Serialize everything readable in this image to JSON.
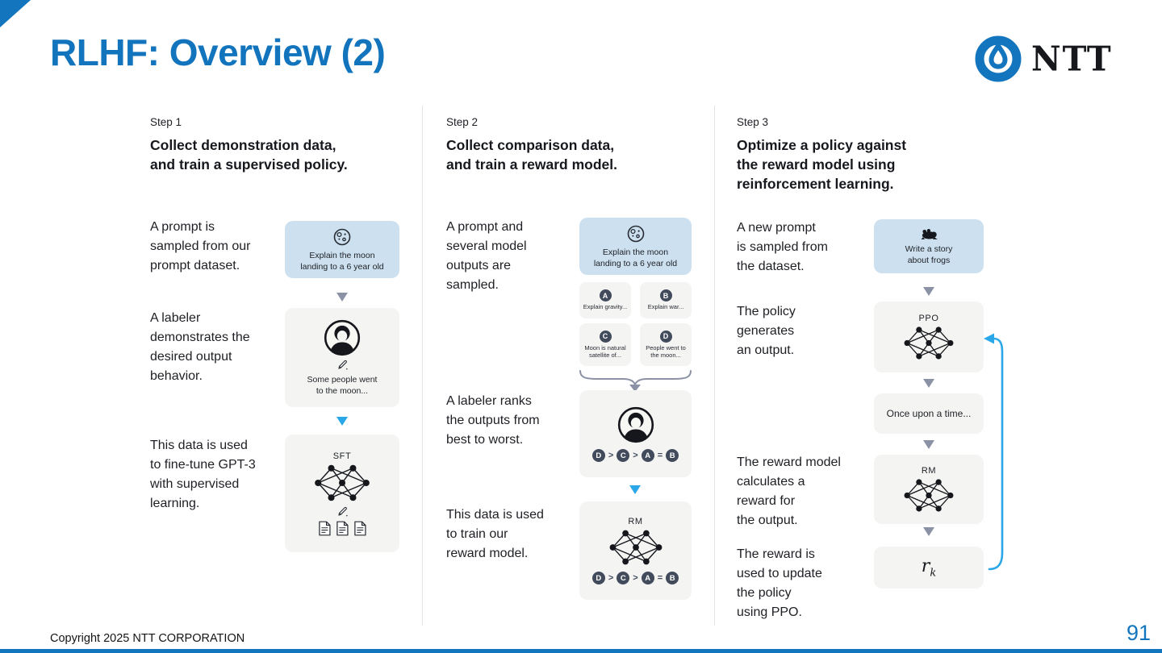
{
  "slide": {
    "title": "RLHF: Overview (2)",
    "page_number": "91",
    "copyright": "Copyright 2025 NTT CORPORATION",
    "logo_text": "NTT"
  },
  "colors": {
    "accent_blue": "#1375BD",
    "prompt_box_blue": "#cde0ef",
    "card_gray": "#f4f4f2",
    "badge_dark": "#414b5c",
    "arrow_gray": "#8b92a5",
    "arrow_blue": "#2aa7e8"
  },
  "steps": [
    {
      "label": "Step 1",
      "heading": "Collect demonstration data,\nand train a supervised policy.",
      "row1_text": "A prompt is\nsampled from our\nprompt dataset.",
      "prompt_caption": "Explain the moon\nlanding to a 6 year old",
      "row2_text": "A labeler\ndemonstrates the\ndesired output\nbehavior.",
      "labeler_caption": "Some people went\nto the moon...",
      "row3_text": "This data is used\nto fine-tune GPT-3\nwith supervised\nlearning.",
      "model_label": "SFT"
    },
    {
      "label": "Step 2",
      "heading": "Collect comparison data,\nand train a reward model.",
      "row1_text": "A prompt and\nseveral model\noutputs are\nsampled.",
      "prompt_caption": "Explain the moon\nlanding to a 6 year old",
      "outputs": [
        {
          "letter": "A",
          "text": "Explain gravity..."
        },
        {
          "letter": "B",
          "text": "Explain war..."
        },
        {
          "letter": "C",
          "text": "Moon is natural\nsatellite of..."
        },
        {
          "letter": "D",
          "text": "People went to\nthe moon..."
        }
      ],
      "row2_text": "A labeler ranks\nthe outputs from\nbest to worst.",
      "ranking": {
        "l1": "D",
        "o1": ">",
        "l2": "C",
        "o2": ">",
        "l3": "A",
        "o3": "=",
        "l4": "B"
      },
      "row3_text": "This data is used\nto train our\nreward model.",
      "model_label": "RM"
    },
    {
      "label": "Step 3",
      "heading": "Optimize a policy against\nthe reward model using\nreinforcement learning.",
      "row1_text": "A new prompt\nis sampled from\nthe dataset.",
      "prompt_caption": "Write a story\nabout frogs",
      "row2_text": "The policy\ngenerates\nan output.",
      "ppo_label": "PPO",
      "output_text": "Once upon a time...",
      "row3_text": "The reward model\ncalculates a\nreward for\nthe output.",
      "rm_label": "RM",
      "row4_text": "The reward is\nused to update\nthe policy\nusing PPO.",
      "reward": {
        "base": "r",
        "sub": "k"
      }
    }
  ]
}
